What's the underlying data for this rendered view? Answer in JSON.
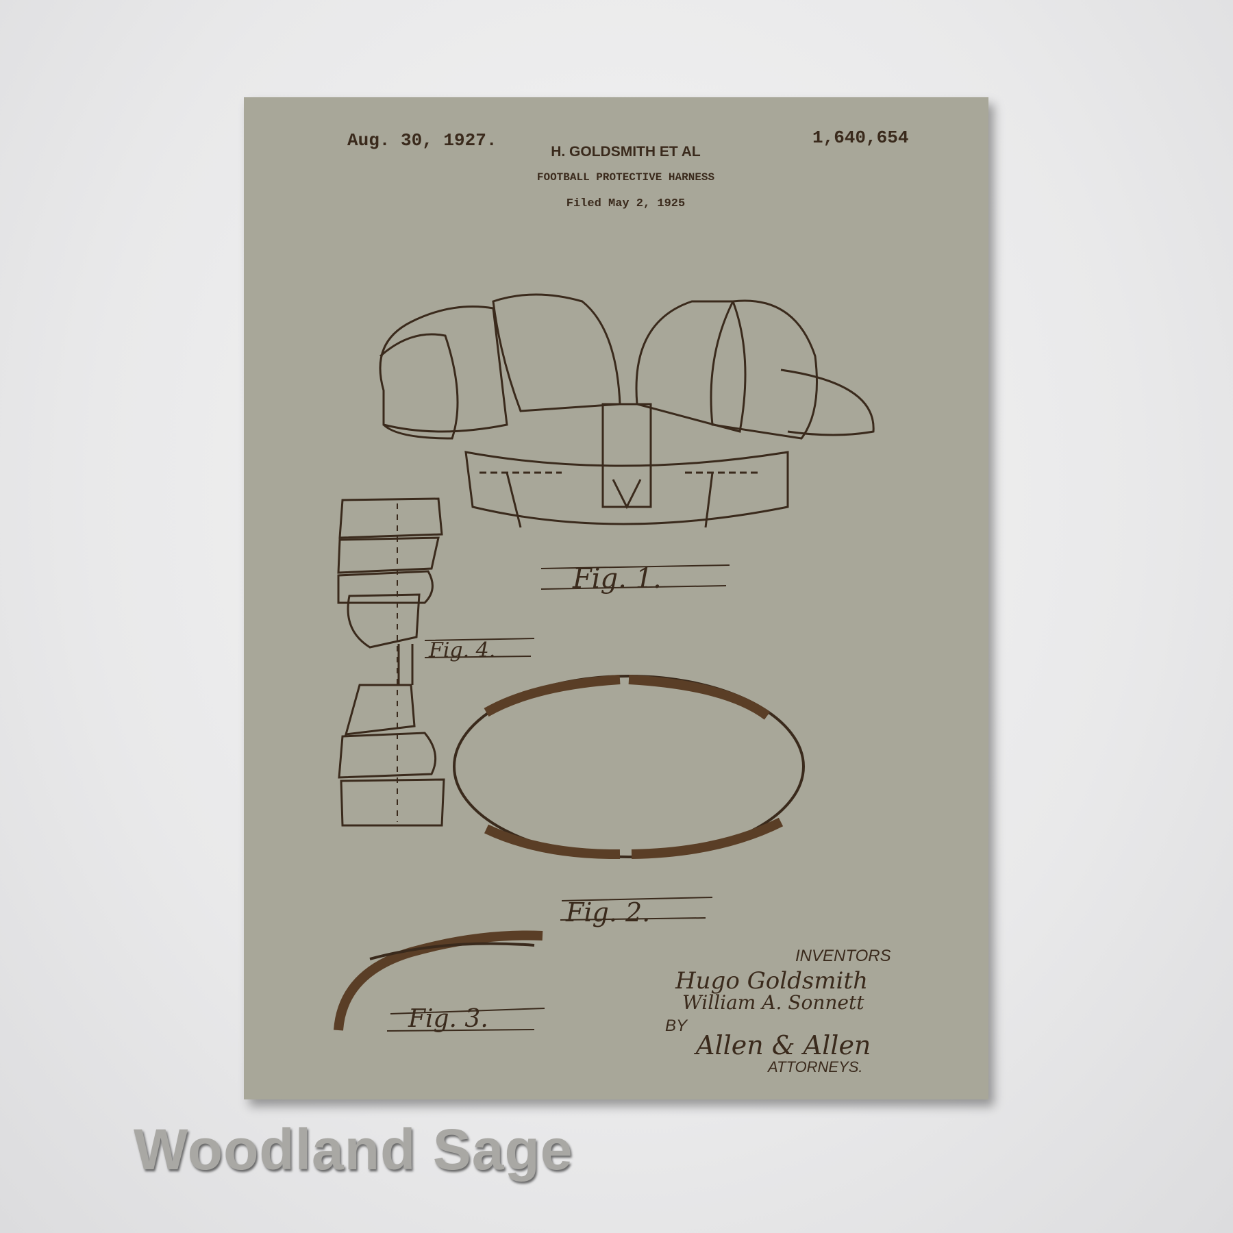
{
  "patent": {
    "date": "Aug. 30, 1927.",
    "number": "1,640,654",
    "inventor_header": "H. GOLDSMITH ET AL",
    "title": "FOOTBALL PROTECTIVE HARNESS",
    "filed": "Filed May 2, 1925"
  },
  "figures": {
    "fig1": "Fig. 1.",
    "fig2": "Fig. 2.",
    "fig3": "Fig. 3.",
    "fig4": "Fig. 4."
  },
  "signatures": {
    "inventors_label": "INVENTORS",
    "inventor1": "Hugo Goldsmith",
    "inventor2": "William A. Sonnett",
    "by": "BY",
    "attorney": "Allen & Allen",
    "attorneys_label": "ATTORNEYS."
  },
  "caption": "Woodland Sage",
  "colors": {
    "paper": "#a8a799",
    "ink": "#3a2a1c",
    "background": "#ececec"
  }
}
